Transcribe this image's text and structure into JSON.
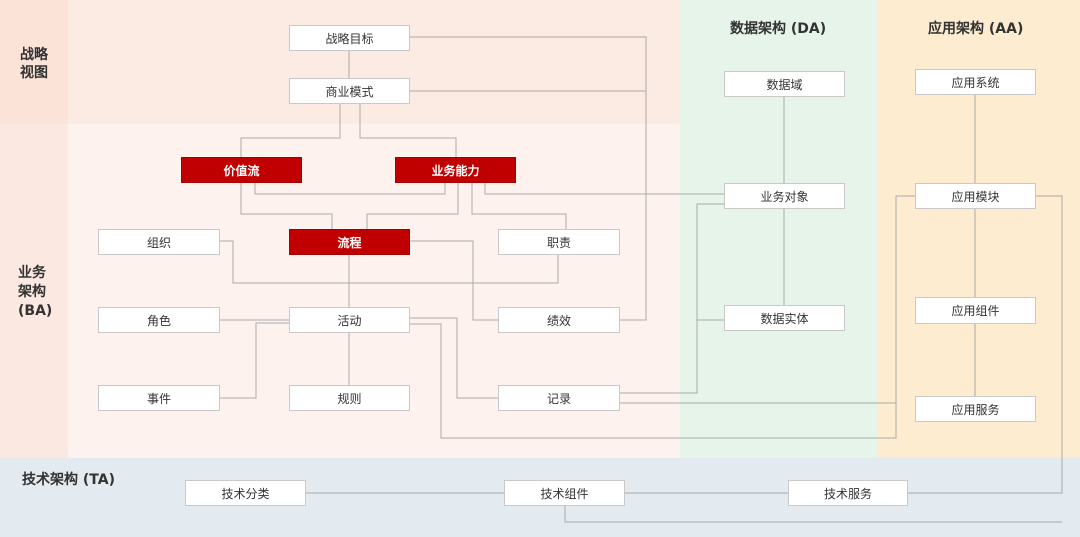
{
  "headers": {
    "strategy_view": "战略\n视图",
    "business_arch": "业务\n架构\n(BA)",
    "data_arch": "数据架构 (DA)",
    "app_arch": "应用架构 (AA)",
    "tech_arch": "技术架构 (TA)"
  },
  "nodes": {
    "strategic_goal": "战略目标",
    "business_model": "商业模式",
    "value_stream": "价值流",
    "business_capability": "业务能力",
    "organization": "组织",
    "process": "流程",
    "responsibility": "职责",
    "role": "角色",
    "activity": "活动",
    "performance": "绩效",
    "event": "事件",
    "rule": "规则",
    "record": "记录",
    "data_domain": "数据域",
    "business_object": "业务对象",
    "data_entity": "数据实体",
    "app_system": "应用系统",
    "app_module": "应用模块",
    "app_component": "应用组件",
    "app_service": "应用服务",
    "tech_category": "技术分类",
    "tech_component": "技术组件",
    "tech_service": "技术服务"
  },
  "colors": {
    "strategy_bg": "#fcebe3",
    "business_bg": "#fdf2ee",
    "data_bg": "#e6f4ea",
    "app_bg": "#fdecd0",
    "tech_bg": "#e3eaf0",
    "highlight": "#c00000"
  }
}
